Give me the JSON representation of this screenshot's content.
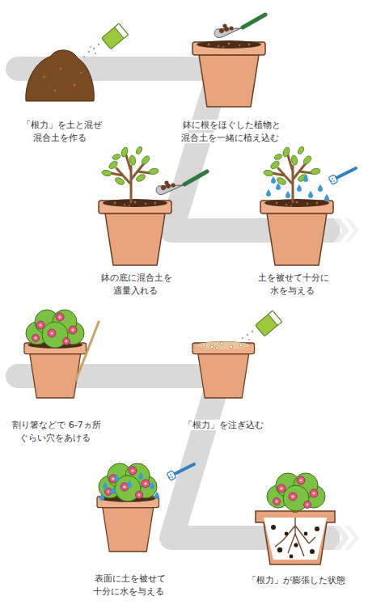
{
  "diagram": {
    "labels": [
      "「根力」を土と混ぜ 混合土を作る",
      "鉢に根をほぐした植物と 混合土を一緒に植え込む",
      "鉢の底に混合土を 適量入れる",
      "土を被せて十分に 水を与える",
      "割り箸などで 6-7ヵ所 ぐらい穴をあける",
      "「根力」を注ぎ込む",
      "表面に土を被せて 十分に水を与える",
      "「根力」が膨張した状態"
    ]
  }
}
